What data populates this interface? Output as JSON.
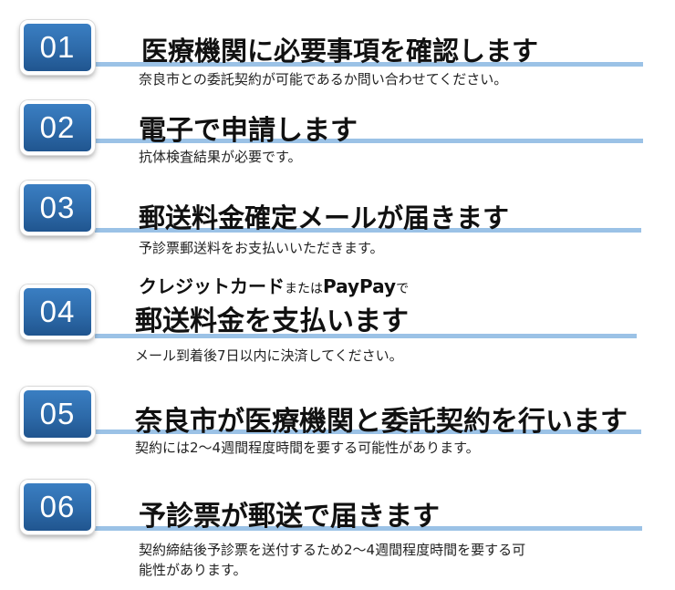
{
  "steps": [
    {
      "number": "01",
      "title": "医療機関に必要事項を確認します",
      "description": "奈良市との委託契約が可能であるか問い合わせてください。"
    },
    {
      "number": "02",
      "title": "電子で申請します",
      "description": "抗体検査結果が必要です。"
    },
    {
      "number": "03",
      "title": "郵送料金確定メールが届きます",
      "description": "予診票郵送料をお支払いいただきます。"
    },
    {
      "number": "04",
      "pretitle_a": "クレジットカード",
      "pretitle_b": "または",
      "pretitle_c": "PayPay",
      "pretitle_d": "で",
      "title": "郵送料金を支払います",
      "description": "メール到着後7日以内に決済してください。"
    },
    {
      "number": "05",
      "title": "奈良市が医療機関と委託契約を行います",
      "description": "契約には2～4週間程度時間を要する可能性があります。"
    },
    {
      "number": "06",
      "title": "予診票が郵送で届きます",
      "description_line1": "契約締結後予診票を送付するため2～4週間程度時間を要する可",
      "description_line2": "能性があります。"
    }
  ],
  "colors": {
    "badge": "#2d6aa9",
    "line": "#9bc2e6",
    "text": "#111111"
  }
}
